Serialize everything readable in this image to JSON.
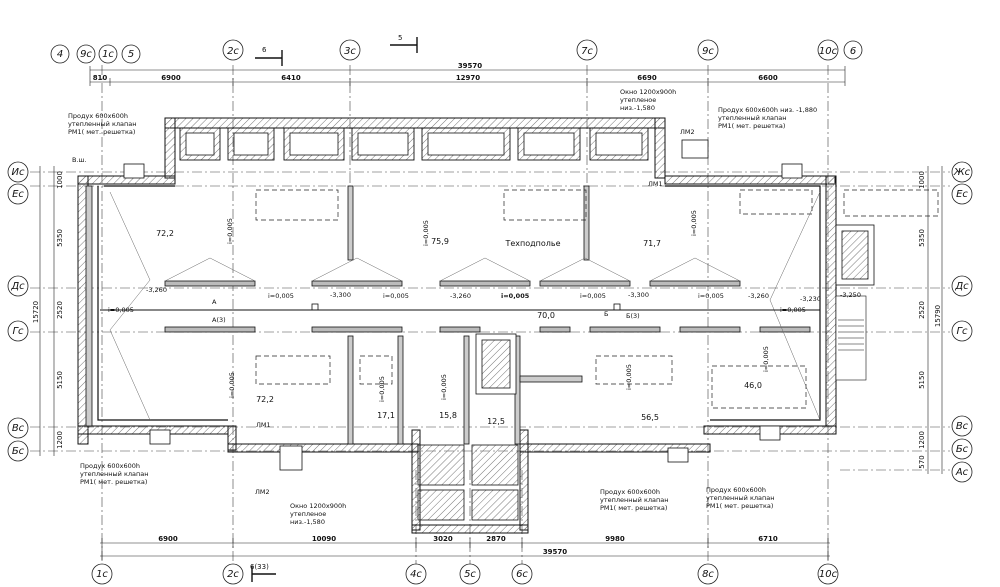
{
  "grid_top": [
    "4",
    "9с",
    "1с",
    "5",
    "2с",
    "3с",
    "7с",
    "9с",
    "10с",
    "6"
  ],
  "grid_bottom": [
    "1с",
    "2с",
    "4с",
    "5с",
    "6с",
    "8с",
    "10с"
  ],
  "grid_rows_left": [
    "Ис",
    "Ес",
    "Дс",
    "Гс",
    "Вс",
    "Бс"
  ],
  "grid_rows_right": [
    "Жс",
    "Ес",
    "Дс",
    "Гс",
    "Вс",
    "Бс",
    "Ас"
  ],
  "section_marks": {
    "top_a": "6",
    "top_b": "5",
    "bottom": "6(33)"
  },
  "dims_top": {
    "total": "39570",
    "d1": "810",
    "d2": "6900",
    "d3": "6410",
    "d4": "12970",
    "d5": "6690",
    "d6": "6600"
  },
  "dims_bottom": {
    "total": "39570",
    "d1": "6900",
    "d2": "10090",
    "d3": "3020",
    "d4": "2870",
    "d5": "9980",
    "d6": "6710"
  },
  "dims_left": {
    "total": "15720",
    "d1": "1000",
    "d2": "5350",
    "d3": "2520",
    "d4": "5150",
    "d5": "1200"
  },
  "dims_right": {
    "total": "15790",
    "d1": "1000",
    "d2": "5350",
    "d3": "2520",
    "d4": "5150",
    "d5": "1200",
    "d6": "570"
  },
  "room_labels": {
    "r1": "72,2",
    "r2": "75,9",
    "r3": "71,7",
    "r4": "72,2",
    "r5": "17,1",
    "r6": "15,8",
    "r7": "12,5",
    "r8": "56,5",
    "r9": "46,0",
    "r10": "70,0",
    "tech": "Техподполье"
  },
  "levels": {
    "l1": "-3,260",
    "l2": "-3,300",
    "l3": "-3,260",
    "l4": "-3,300",
    "l5": "-3,260",
    "l6": "-3,230",
    "l7": "-3,250"
  },
  "slopes": {
    "s": "i=0,005",
    "s_bold": "i=0,005"
  },
  "notes": {
    "vent_top_left": "Продух 600х600h\nутепленный клапан\nРМ1( мет. решетка)",
    "vent_top_right": "Продух 600х600h низ. -1,880\nутепленный клапан\nРМ1( мет. решетка)",
    "window_top": "Окно 1200х900h\nутепленое\nниз.-1,580",
    "vent_bottom_left": "Продух 600х600h\nутепленный клапан\nРМ1( мет. решетка)",
    "vent_bottom_mid": "Продух 600х600h\nутепленный клапан\nРМ1( мет. решетка)",
    "vent_bottom_right": "Продух 600х600h\nутепленный клапан\nРМ1( мет. решетка)",
    "window_bottom": "Окно 1200х900h\nутепленое\nниз.-1,580",
    "lm1": "ЛМ1",
    "lm2": "ЛМ2",
    "lm1b": "ЛМ1",
    "lm2b": "ЛМ2",
    "ventshaft": "В.ш.",
    "sec_a": "А",
    "sec_a2": "А(3)",
    "sec_b": "Б",
    "sec_b2": "Б(3)"
  }
}
